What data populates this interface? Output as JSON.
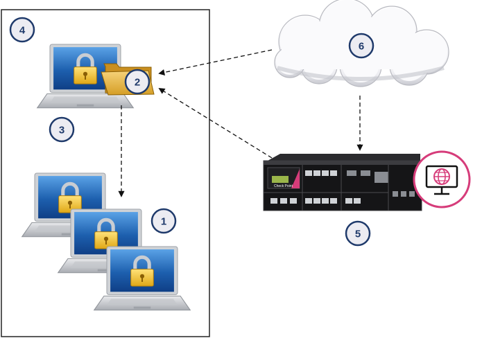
{
  "badges": {
    "b1": "1",
    "b2": "2",
    "b3": "3",
    "b4": "4",
    "b5": "5",
    "b6": "6"
  },
  "appliance": {
    "brand_text": "Check Point"
  },
  "colors": {
    "badge_fill": "#ececf2",
    "badge_stroke": "#1f3a6b",
    "badge_text": "#1f3a6b",
    "accent": "#d63c7a",
    "screen_blue": "#1d5fae",
    "lock_gold": "#f2c230",
    "folder_gold": "#e3b33b"
  },
  "icons": [
    "laptop-lock-icon",
    "folder-icon",
    "cloud-icon",
    "security-appliance-icon",
    "globe-monitor-icon"
  ]
}
